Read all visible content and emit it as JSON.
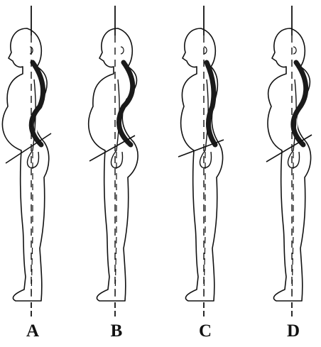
{
  "figures": [
    {
      "label": "A"
    },
    {
      "label": "B"
    },
    {
      "label": "C"
    },
    {
      "label": "D"
    }
  ],
  "colors": {
    "ink": "#111111",
    "spine": "#1a1a1a",
    "background": "#ffffff"
  }
}
